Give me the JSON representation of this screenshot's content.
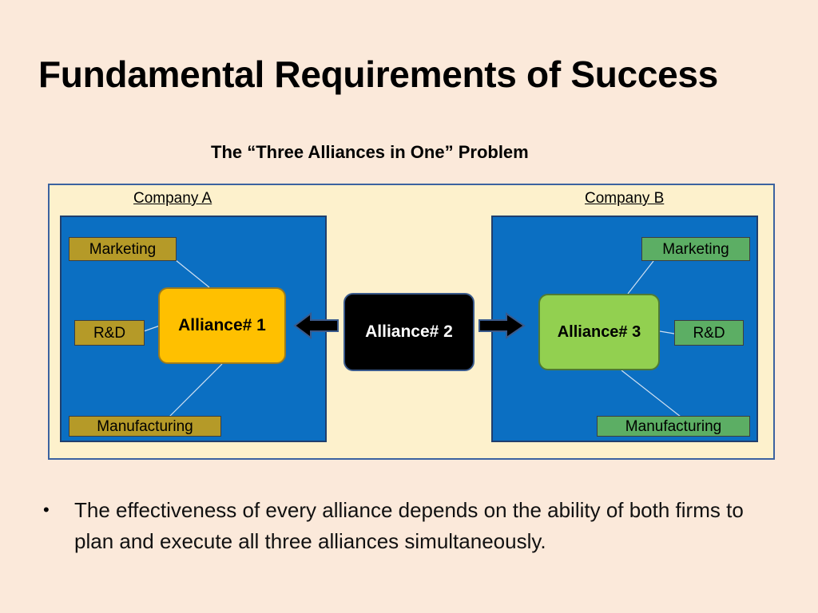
{
  "slide": {
    "title": "Fundamental Requirements of Success",
    "diagram_heading": "The “Three Alliances in One” Problem"
  },
  "company_a": {
    "label": "Company A",
    "departments": {
      "marketing": "Marketing",
      "rd": "R&D",
      "manufacturing": "Manufacturing"
    }
  },
  "company_b": {
    "label": "Company B",
    "departments": {
      "marketing": "Marketing",
      "rd": "R&D",
      "manufacturing": "Manufacturing"
    }
  },
  "alliances": {
    "alliance_1": "Alliance# 1",
    "alliance_2": "Alliance# 2",
    "alliance_3": "Alliance# 3"
  },
  "bullets": [
    "The effectiveness of every alliance depends on the ability of both firms to plan and execute all three alliances simultaneously."
  ],
  "colors": {
    "slide_background": "#fbe9da",
    "panel_background": "#fdf1cc",
    "company_box": "#0b6fc2",
    "alliance_1": "#ffc000",
    "alliance_2": "#000000",
    "alliance_3": "#92d050",
    "company_a_department": "#b59a28",
    "company_b_department": "#5cae64"
  }
}
